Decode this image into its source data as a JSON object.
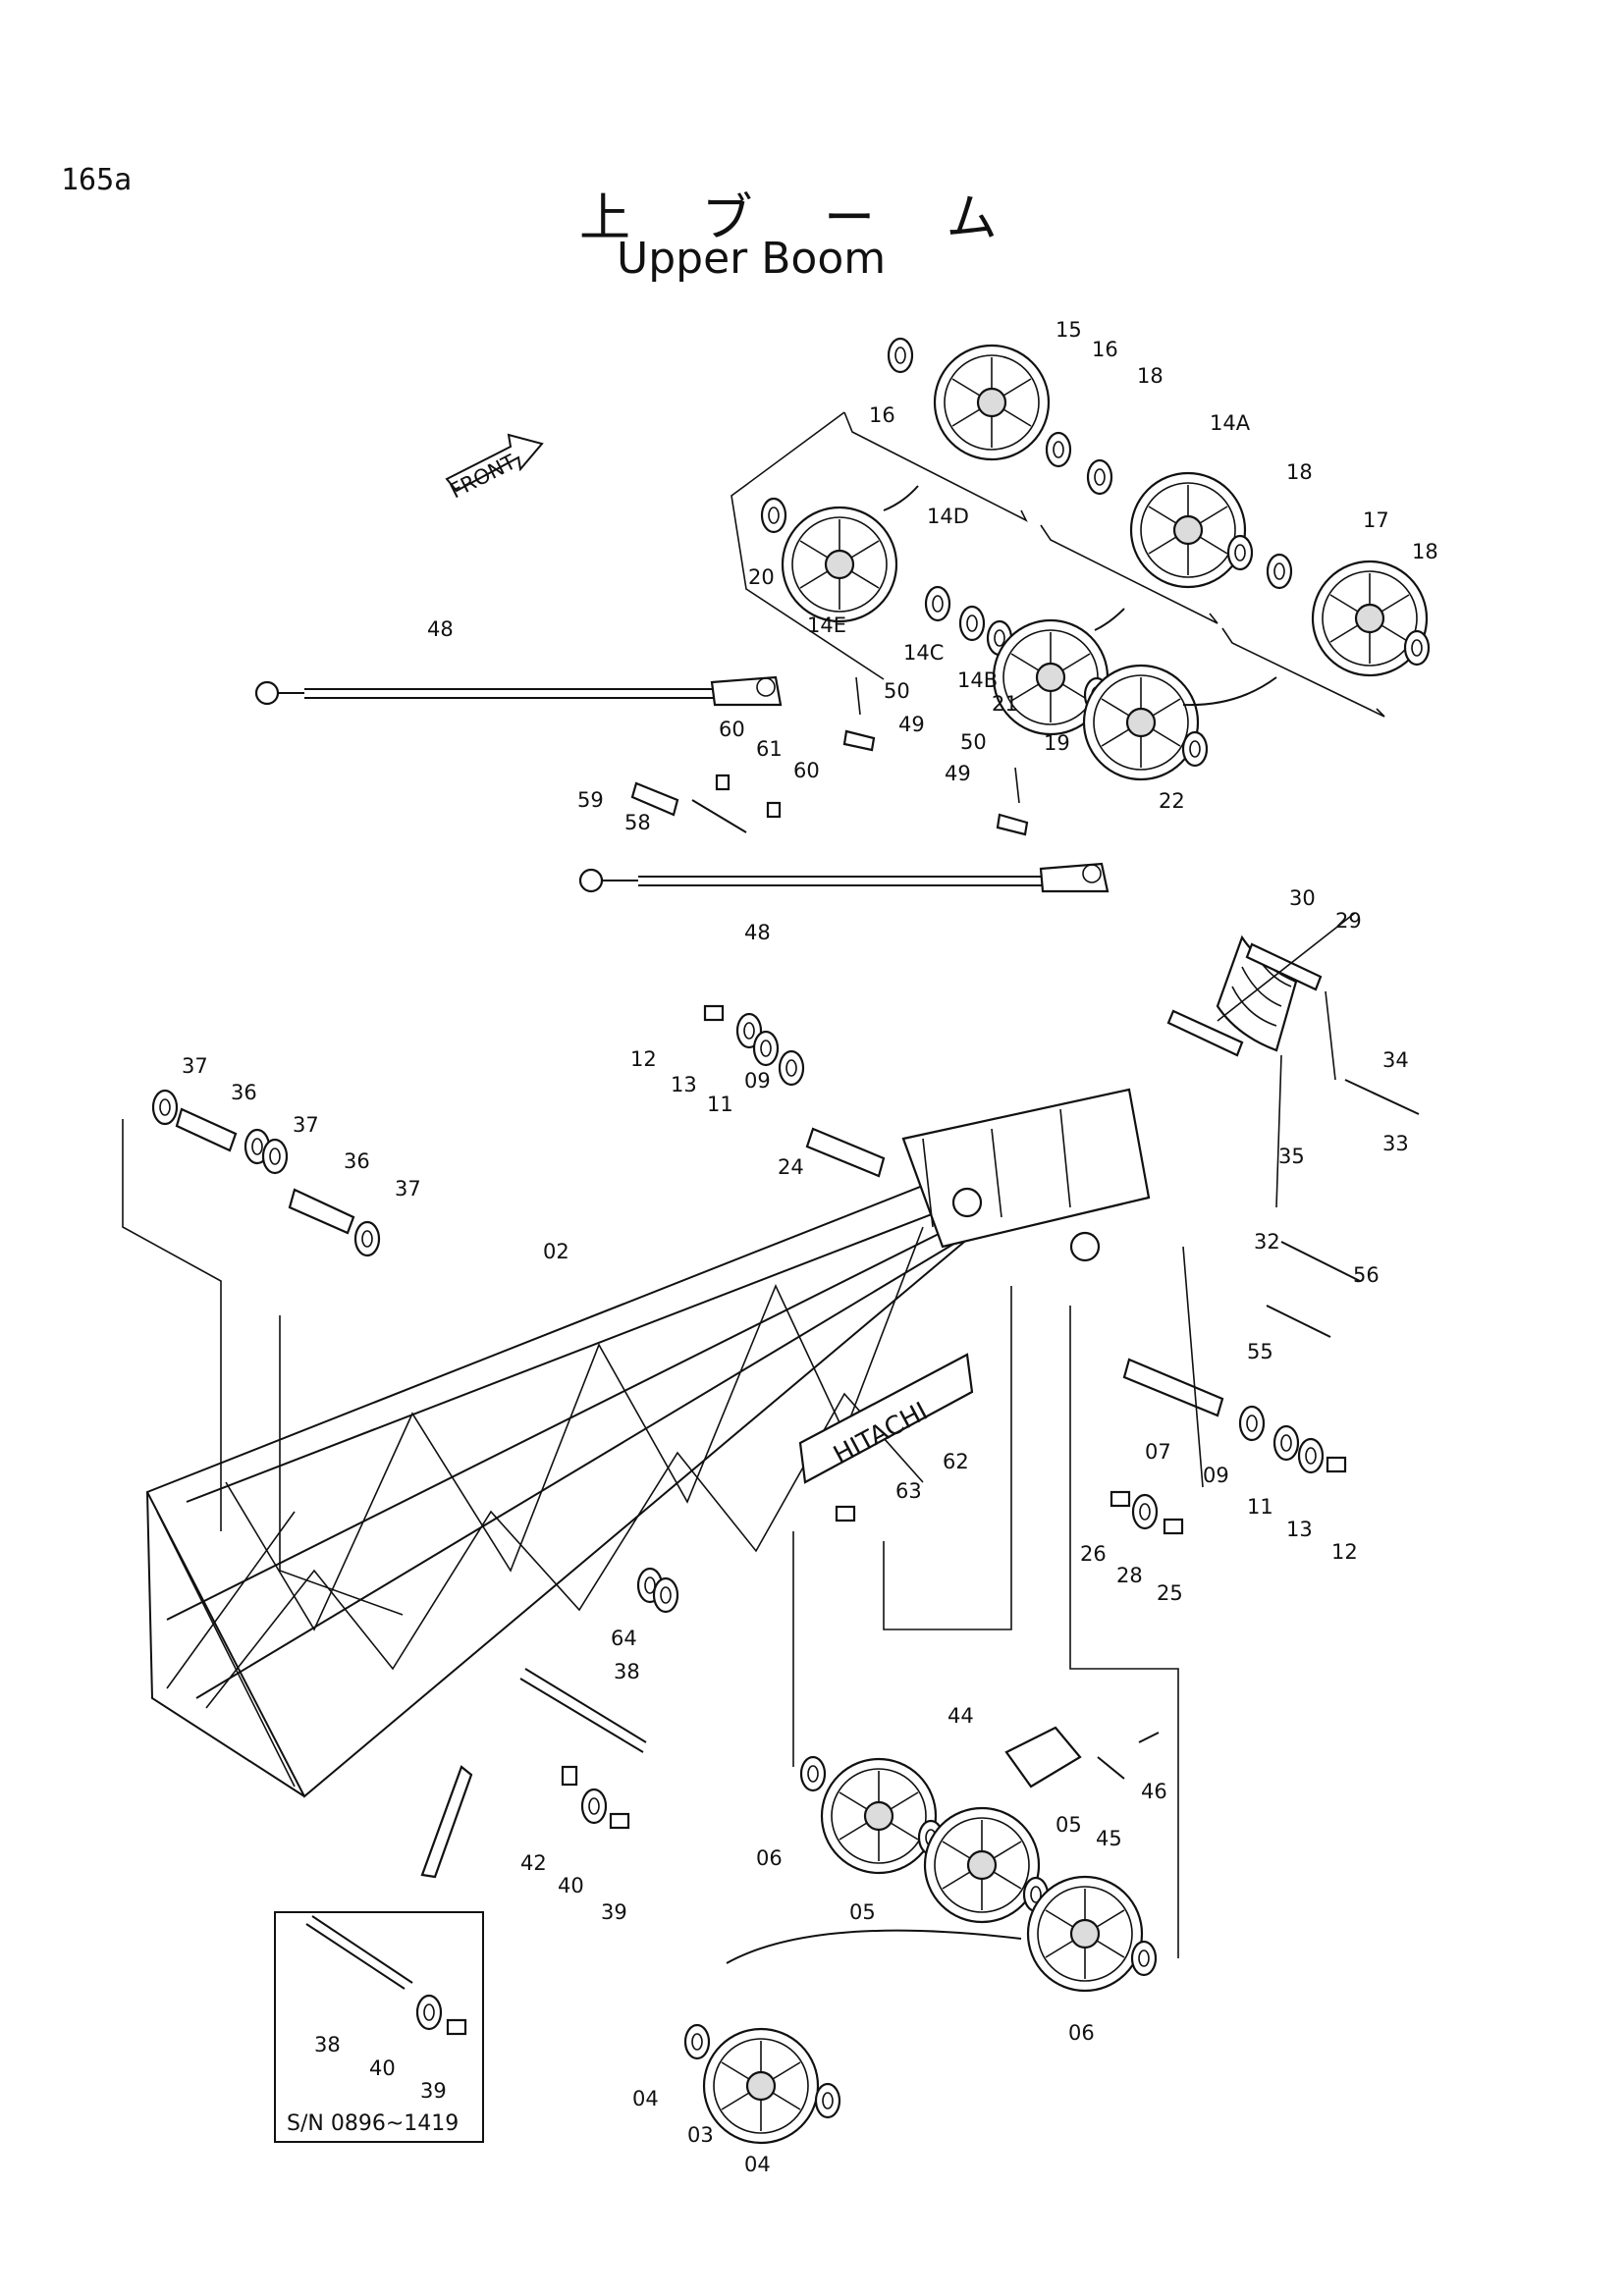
{
  "page": {
    "number": "165a"
  },
  "title": {
    "jp": "上 ブ ー ム",
    "en": "Upper Boom"
  },
  "front_arrow": {
    "label": "FRONT"
  },
  "nameplate": {
    "text": "HITACHI"
  },
  "inset": {
    "serial_range": "S/N 0896~1419"
  },
  "callouts": [
    {
      "id": "c15",
      "text": "15"
    },
    {
      "id": "c16a",
      "text": "16"
    },
    {
      "id": "c16b",
      "text": "16"
    },
    {
      "id": "c18a",
      "text": "18"
    },
    {
      "id": "c14A",
      "text": "14A"
    },
    {
      "id": "c18b",
      "text": "18"
    },
    {
      "id": "c17",
      "text": "17"
    },
    {
      "id": "c18c",
      "text": "18"
    },
    {
      "id": "c20",
      "text": "20"
    },
    {
      "id": "c14D",
      "text": "14D"
    },
    {
      "id": "c14E",
      "text": "14E"
    },
    {
      "id": "c14C",
      "text": "14C"
    },
    {
      "id": "c14B",
      "text": "14B"
    },
    {
      "id": "c21",
      "text": "21"
    },
    {
      "id": "c19",
      "text": "19"
    },
    {
      "id": "c22",
      "text": "22"
    },
    {
      "id": "c48a",
      "text": "48"
    },
    {
      "id": "c50a",
      "text": "50"
    },
    {
      "id": "c49a",
      "text": "49"
    },
    {
      "id": "c50b",
      "text": "50"
    },
    {
      "id": "c49b",
      "text": "49"
    },
    {
      "id": "c60a",
      "text": "60"
    },
    {
      "id": "c61",
      "text": "61"
    },
    {
      "id": "c60b",
      "text": "60"
    },
    {
      "id": "c59",
      "text": "59"
    },
    {
      "id": "c58",
      "text": "58"
    },
    {
      "id": "c48b",
      "text": "48"
    },
    {
      "id": "c30",
      "text": "30"
    },
    {
      "id": "c29",
      "text": "29"
    },
    {
      "id": "c34",
      "text": "34"
    },
    {
      "id": "c35",
      "text": "35"
    },
    {
      "id": "c33",
      "text": "33"
    },
    {
      "id": "c32",
      "text": "32"
    },
    {
      "id": "c12a",
      "text": "12"
    },
    {
      "id": "c13a",
      "text": "13"
    },
    {
      "id": "c11a",
      "text": "11"
    },
    {
      "id": "c09a",
      "text": "09"
    },
    {
      "id": "c24",
      "text": "24"
    },
    {
      "id": "c37a",
      "text": "37"
    },
    {
      "id": "c36a",
      "text": "36"
    },
    {
      "id": "c37b",
      "text": "37"
    },
    {
      "id": "c36b",
      "text": "36"
    },
    {
      "id": "c37c",
      "text": "37"
    },
    {
      "id": "c02",
      "text": "02"
    },
    {
      "id": "c56",
      "text": "56"
    },
    {
      "id": "c55",
      "text": "55"
    },
    {
      "id": "c07",
      "text": "07"
    },
    {
      "id": "c09b",
      "text": "09"
    },
    {
      "id": "c11b",
      "text": "11"
    },
    {
      "id": "c13b",
      "text": "13"
    },
    {
      "id": "c12b",
      "text": "12"
    },
    {
      "id": "c62",
      "text": "62"
    },
    {
      "id": "c63",
      "text": "63"
    },
    {
      "id": "c26",
      "text": "26"
    },
    {
      "id": "c28",
      "text": "28"
    },
    {
      "id": "c25",
      "text": "25"
    },
    {
      "id": "c64",
      "text": "64"
    },
    {
      "id": "c38a",
      "text": "38"
    },
    {
      "id": "c44",
      "text": "44"
    },
    {
      "id": "c46",
      "text": "46"
    },
    {
      "id": "c45",
      "text": "45"
    },
    {
      "id": "c05a",
      "text": "05"
    },
    {
      "id": "c06a",
      "text": "06"
    },
    {
      "id": "c05b",
      "text": "05"
    },
    {
      "id": "c06b",
      "text": "06"
    },
    {
      "id": "c42",
      "text": "42"
    },
    {
      "id": "c40a",
      "text": "40"
    },
    {
      "id": "c39a",
      "text": "39"
    },
    {
      "id": "c38b",
      "text": "38"
    },
    {
      "id": "c40b",
      "text": "40"
    },
    {
      "id": "c39b",
      "text": "39"
    },
    {
      "id": "c04a",
      "text": "04"
    },
    {
      "id": "c03",
      "text": "03"
    },
    {
      "id": "c04b",
      "text": "04"
    }
  ]
}
